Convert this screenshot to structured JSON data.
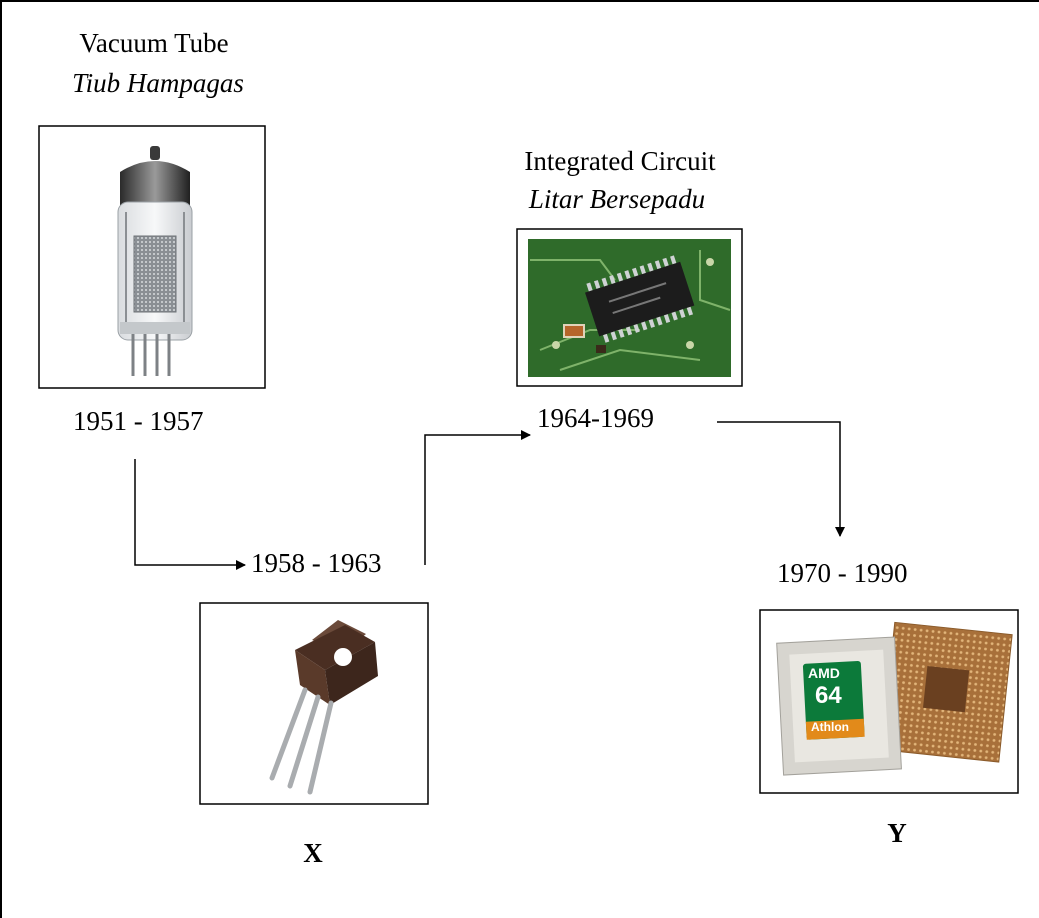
{
  "stages": {
    "vacuum_tube": {
      "name": "Vacuum Tube",
      "name_ms": "Tiub Hampagas",
      "years": "1951 - 1957"
    },
    "transistor": {
      "years": "1958 - 1963",
      "label": "X"
    },
    "integrated_circuit": {
      "name": "Integrated Circuit",
      "name_ms": "Litar Bersepadu",
      "years": "1964-1969"
    },
    "microprocessor": {
      "years": "1970 - 1990",
      "label": "Y",
      "chip_brand": "AMD",
      "chip_model": "64",
      "chip_line": "Athlon"
    }
  },
  "colors": {
    "line": "#000000",
    "chip_gold": "#b07a3a",
    "pcb_green": "#2f6b2a",
    "transistor_body": "#5a3a2a",
    "amd_green": "#0c7a3a"
  },
  "icons": [
    "vacuum-tube-icon",
    "integrated-circuit-icon",
    "transistor-icon",
    "microprocessor-icon"
  ]
}
